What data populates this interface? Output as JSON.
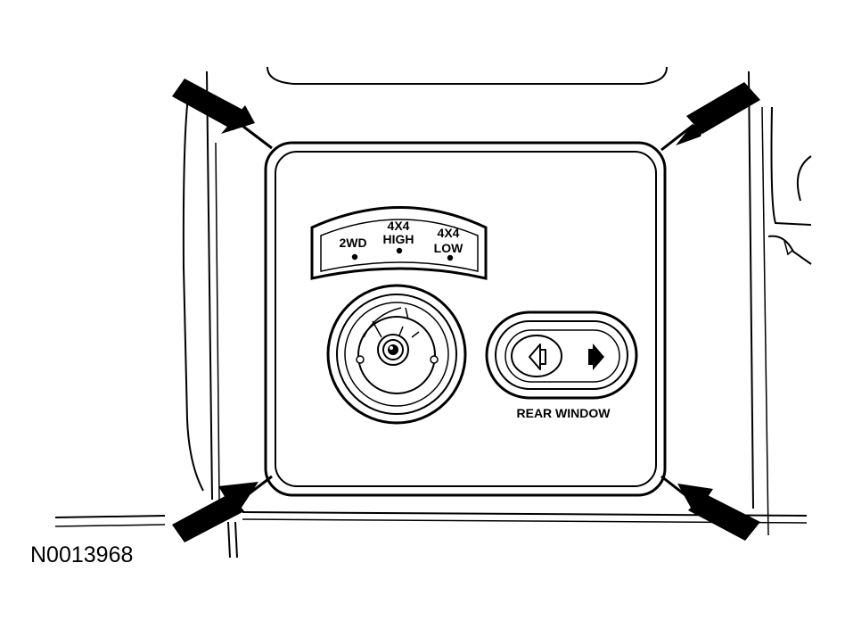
{
  "mode_labels": {
    "two_wd": "2WD",
    "four_high_top": "4X4",
    "four_high_bottom": "HIGH",
    "four_low_top": "4X4",
    "four_low_bottom": "LOW"
  },
  "rear_window_label": "REAR WINDOW",
  "figure_code": "N0013968",
  "arrow_icon": "solid-arrow",
  "colors": {
    "line": "#000000",
    "background": "#ffffff"
  }
}
